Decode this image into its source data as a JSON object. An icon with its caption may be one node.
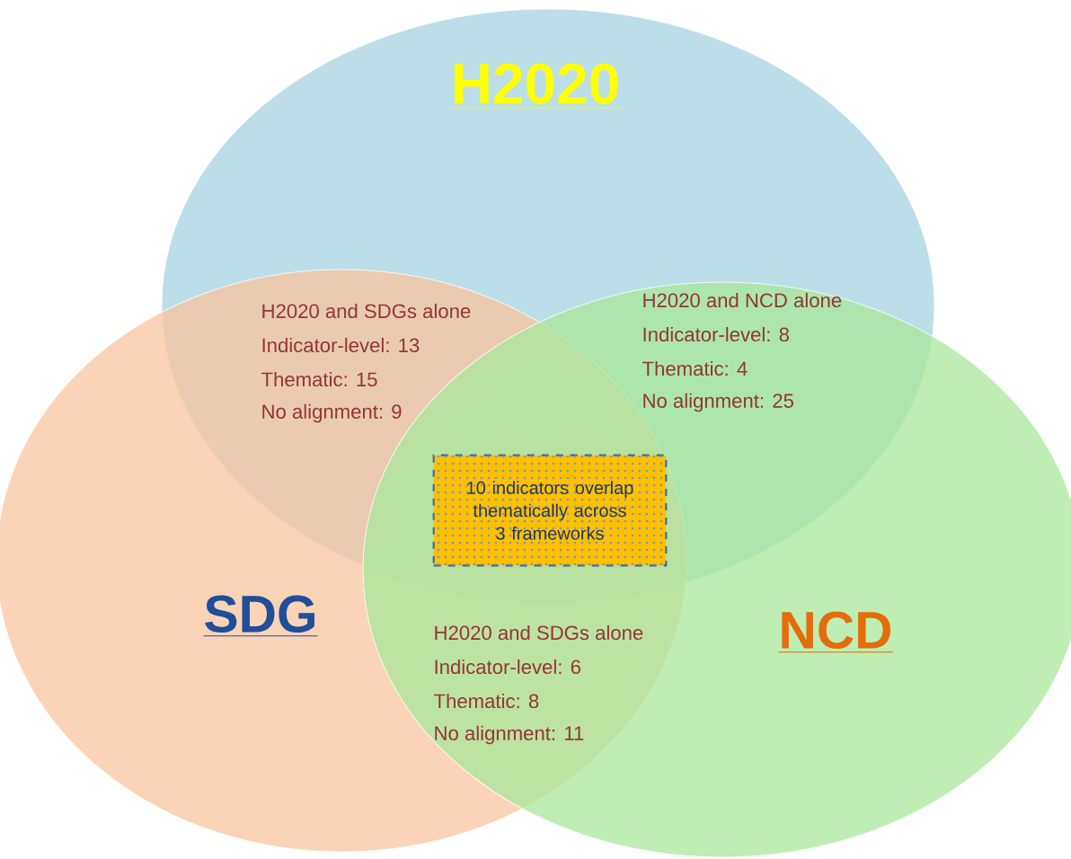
{
  "diagram": {
    "nodes": [
      {
        "text": [
          "H2020"
        ]
      },
      {
        "text": [
          "SDG"
        ]
      },
      {
        "text": [
          "NCD"
        ]
      },
      {
        "text": [
          "10 indicators overlap thematically across 3 frameworks"
        ]
      }
    ],
    "labels": [
      "H2020 and SDGs alone",
      "Indicator-level:  13",
      "Thematic:  15",
      "No alignment:  9",
      "H2020 and NCD alone",
      "Indicator-level:  8",
      "Thematic:  4",
      "No alignment:  25",
      "H2020 and SDGs alone",
      "Indicator-level:  6",
      "Thematic:  8",
      "No alignment:  11"
    ]
  }
}
